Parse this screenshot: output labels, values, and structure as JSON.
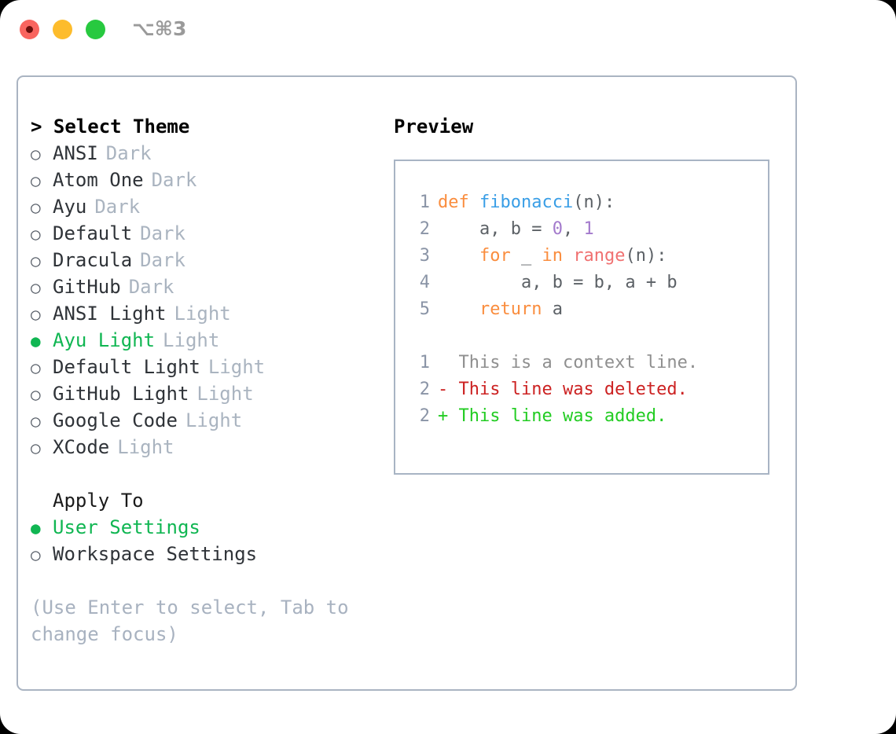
{
  "window": {
    "shortcut": "⌥⌘3",
    "traffic_lights": [
      {
        "name": "close",
        "color": "#f9655f"
      },
      {
        "name": "minimize",
        "color": "#fdbc2c"
      },
      {
        "name": "maximize",
        "color": "#27c93f"
      }
    ]
  },
  "theme_section": {
    "heading": "> Select Theme",
    "marker_selected": "●",
    "marker_unselected": "○",
    "selected_color": "#10b652",
    "items": [
      {
        "name": "ANSI",
        "badge": "Dark",
        "selected": false
      },
      {
        "name": "Atom One",
        "badge": "Dark",
        "selected": false
      },
      {
        "name": "Ayu",
        "badge": "Dark",
        "selected": false
      },
      {
        "name": "Default",
        "badge": "Dark",
        "selected": false
      },
      {
        "name": "Dracula",
        "badge": "Dark",
        "selected": false
      },
      {
        "name": "GitHub",
        "badge": "Dark",
        "selected": false
      },
      {
        "name": "ANSI Light",
        "badge": "Light",
        "selected": false
      },
      {
        "name": "Ayu Light",
        "badge": "Light",
        "selected": true
      },
      {
        "name": "Default Light",
        "badge": "Light",
        "selected": false
      },
      {
        "name": "GitHub Light",
        "badge": "Light",
        "selected": false
      },
      {
        "name": "Google Code",
        "badge": "Light",
        "selected": false
      },
      {
        "name": "XCode",
        "badge": "Light",
        "selected": false
      }
    ]
  },
  "apply_to_section": {
    "heading": "Apply To",
    "items": [
      {
        "name": "User Settings",
        "selected": true
      },
      {
        "name": "Workspace Settings",
        "selected": false
      }
    ]
  },
  "hint": "(Use Enter to select, Tab to change focus)",
  "preview": {
    "title": "Preview",
    "code_lines": [
      {
        "number": "1",
        "tokens": [
          {
            "text": "def ",
            "type": "kw"
          },
          {
            "text": "fibonacci",
            "type": "fn"
          },
          {
            "text": "(n):",
            "type": "punc"
          }
        ]
      },
      {
        "number": "2",
        "tokens": [
          {
            "text": "    a, b = ",
            "type": "txt"
          },
          {
            "text": "0",
            "type": "num"
          },
          {
            "text": ", ",
            "type": "txt"
          },
          {
            "text": "1",
            "type": "num"
          }
        ]
      },
      {
        "number": "3",
        "tokens": [
          {
            "text": "    ",
            "type": "txt"
          },
          {
            "text": "for",
            "type": "kw"
          },
          {
            "text": " _ ",
            "type": "txt"
          },
          {
            "text": "in",
            "type": "kw"
          },
          {
            "text": " ",
            "type": "txt"
          },
          {
            "text": "range",
            "type": "call"
          },
          {
            "text": "(n):",
            "type": "punc"
          }
        ]
      },
      {
        "number": "4",
        "tokens": [
          {
            "text": "        a, b = b, a + b",
            "type": "txt"
          }
        ]
      },
      {
        "number": "5",
        "tokens": [
          {
            "text": "    ",
            "type": "txt"
          },
          {
            "text": "return",
            "type": "kw"
          },
          {
            "text": " a",
            "type": "txt"
          }
        ]
      }
    ],
    "diff_lines": [
      {
        "number": "1",
        "sign": " ",
        "text": "This is a context line.",
        "type": "ctx"
      },
      {
        "number": "2",
        "sign": "-",
        "text": "This line was deleted.",
        "type": "del"
      },
      {
        "number": "2",
        "sign": "+",
        "text": "This line was added.",
        "type": "add"
      }
    ],
    "colors": {
      "keyword": "#fa8d3e",
      "function": "#399ee6",
      "call": "#f07171",
      "number": "#a37acc",
      "text": "#5c6166",
      "line_number": "#8a94a6",
      "diff_context": "#8f8f8f",
      "diff_deleted": "#cc2222",
      "diff_added": "#22cc22"
    }
  }
}
